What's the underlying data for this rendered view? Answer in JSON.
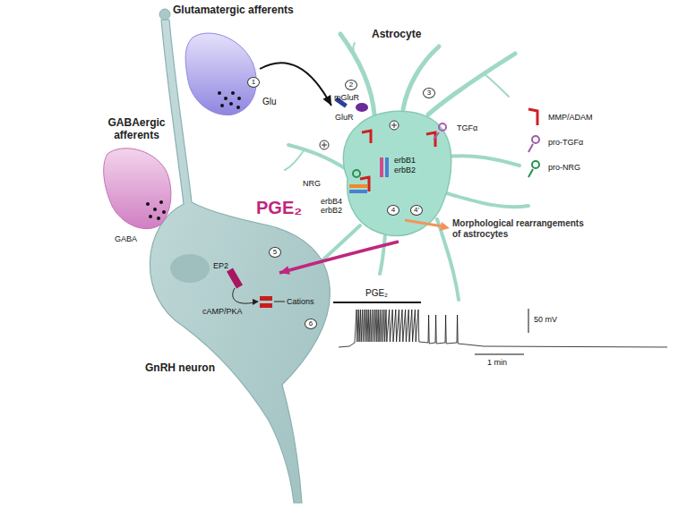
{
  "diagram": {
    "nodes": [
      {
        "text": [
          "Glutamatergic afferents"
        ]
      },
      {
        "text": [
          "GABAergic afferents"
        ]
      },
      {
        "text": [
          "Astrocyte"
        ]
      },
      {
        "text": [
          "GnRH neuron"
        ]
      }
    ],
    "edges": [
      {
        "from": 0,
        "to": 2,
        "arrow": "to",
        "label": "Glu"
      },
      {
        "from": 2,
        "to": 3,
        "arrow": "to",
        "label": "PGE₂"
      }
    ],
    "labels": [
      "1",
      "mGluR",
      "2",
      "GluR",
      "3",
      "TGFα",
      "NRG",
      "erbB4",
      "erbB2",
      "erbB1",
      "erbB2",
      "4",
      "4'",
      "Morphological rearrangements of astrocytes",
      "GABA",
      "EP2",
      "5",
      "cAMP/PKA",
      "Cations",
      "6",
      "PGE₂",
      "50 mV",
      "1 min"
    ],
    "legend": [
      {
        "text": "MMP/ADAM"
      },
      {
        "text": "pro-TGFα"
      },
      {
        "text": "pro-NRG"
      }
    ]
  }
}
